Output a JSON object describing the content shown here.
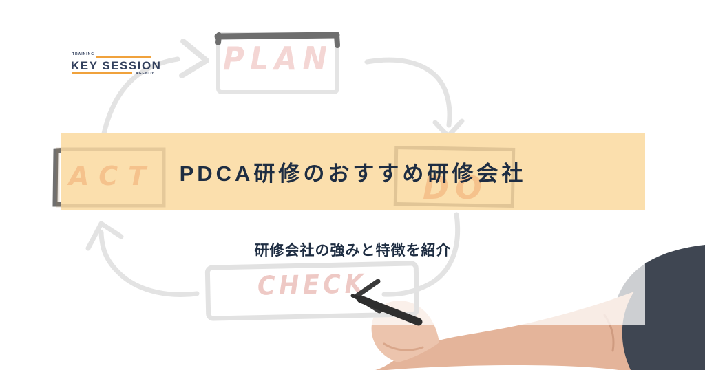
{
  "logo": {
    "training_label": "TRAINING",
    "name": "KEY SESSION",
    "agency_label": "AGENCY"
  },
  "hero": {
    "title": "PDCA研修のおすすめ研修会社",
    "subtitle": "研修会社の強みと特徴を紹介"
  },
  "pdca_diagram": {
    "plan_label": "PLAN",
    "do_label": "DO",
    "check_label": "CHECK",
    "act_label": "ACT"
  },
  "colors": {
    "band": "#fbdfad",
    "navy": "#1e2d42",
    "logo_navy": "#33415e",
    "logo_orange": "#f0a23c",
    "pink": "#f4d6d4",
    "pink_deep": "#eec9c5",
    "peach": "#f5c28c",
    "sketch_gray": "#e3e3e3",
    "sketch_dark": "#6e6e6e",
    "pen_dark": "#333333",
    "skin": "#e4b49a",
    "shirt": "#3f4652"
  }
}
